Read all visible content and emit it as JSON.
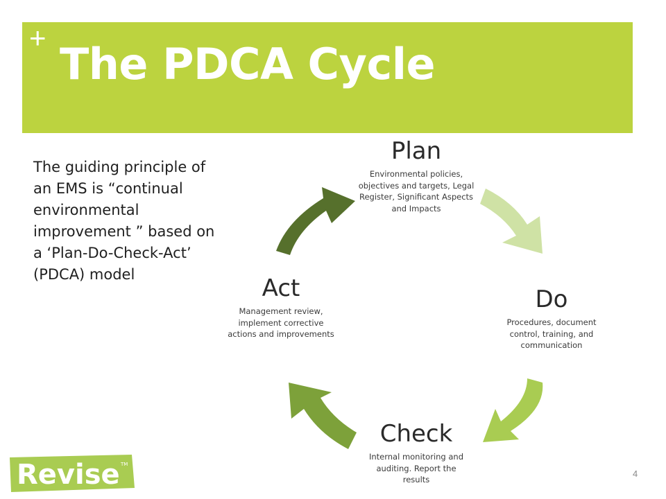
{
  "slide": {
    "plus_symbol": "+",
    "title": "The PDCA Cycle",
    "intro_text": "The guiding principle of an EMS is  “continual environmental improvement ” based on a  ‘Plan-Do-Check-Act’ (PDCA) model",
    "page_number": "4",
    "colors": {
      "title_band": "#bcd33f",
      "arrow_plan_do": "#cfe2a5",
      "arrow_do_check": "#a9cc52",
      "arrow_check_act": "#7da13a",
      "arrow_act_plan": "#56702c"
    }
  },
  "cycle": {
    "plan": {
      "title": "Plan",
      "description": "Environmental policies, objectives and targets, Legal Register, Significant  Aspects and Impacts"
    },
    "do": {
      "title": "Do",
      "description": "Procedures, document control, training, and communication"
    },
    "check": {
      "title": "Check",
      "description": "Internal monitoring and auditing. Report the results"
    },
    "act": {
      "title": "Act",
      "description": "Management review, implement corrective actions and improvements"
    }
  },
  "logo": {
    "text": "Revise",
    "trademark": "TM"
  }
}
